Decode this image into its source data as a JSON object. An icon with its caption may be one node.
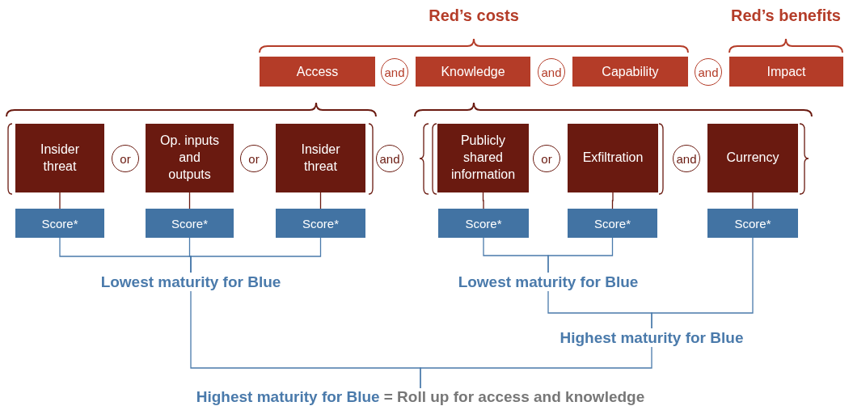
{
  "diagram": {
    "nodes": [
      {
        "text": [
          "Access"
        ]
      },
      {
        "text": [
          "and"
        ]
      },
      {
        "text": [
          "Knowledge"
        ]
      },
      {
        "text": [
          "and"
        ]
      },
      {
        "text": [
          "Capability"
        ]
      },
      {
        "text": [
          "and"
        ]
      },
      {
        "text": [
          "Impact"
        ]
      },
      {
        "text": [
          "Insider threat"
        ]
      },
      {
        "text": [
          "or"
        ]
      },
      {
        "text": [
          "Op. inputs and outputs"
        ]
      },
      {
        "text": [
          "or"
        ]
      },
      {
        "text": [
          "Insider threat"
        ]
      },
      {
        "text": [
          "and"
        ]
      },
      {
        "text": [
          "Publicly shared information"
        ]
      },
      {
        "text": [
          "or"
        ]
      },
      {
        "text": [
          "Exfiltration"
        ]
      },
      {
        "text": [
          "and"
        ]
      },
      {
        "text": [
          "Currency"
        ]
      },
      {
        "text": [
          "Score*"
        ]
      },
      {
        "text": [
          "Score*"
        ]
      },
      {
        "text": [
          "Score*"
        ]
      },
      {
        "text": [
          "Score*"
        ]
      },
      {
        "text": [
          "Score*"
        ]
      },
      {
        "text": [
          "Score*"
        ]
      },
      {
        "text": [
          "Lowest maturity for Blue"
        ]
      },
      {
        "text": [
          "Lowest maturity for Blue"
        ]
      },
      {
        "text": [
          "Highest maturity for Blue"
        ]
      },
      {
        "text": [
          "Highest maturity for Blue",
          "= Roll up for access and knowledge"
        ]
      }
    ],
    "edges": [
      {
        "from": 7,
        "to": 18,
        "arrow": "none",
        "color": "#6a1a10"
      },
      {
        "from": 9,
        "to": 19,
        "arrow": "none",
        "color": "#6a1a10"
      },
      {
        "from": 11,
        "to": 20,
        "arrow": "none",
        "color": "#6a1a10"
      },
      {
        "from": 13,
        "to": 21,
        "arrow": "none",
        "color": "#6a1a10"
      },
      {
        "from": 15,
        "to": 22,
        "arrow": "none",
        "color": "#6a1a10"
      },
      {
        "from": 17,
        "to": 23,
        "arrow": "none",
        "color": "#6a1a10"
      },
      {
        "from": 18,
        "to": 24,
        "arrow": "none"
      },
      {
        "from": 19,
        "to": 24,
        "arrow": "none"
      },
      {
        "from": 20,
        "to": 24,
        "arrow": "none"
      },
      {
        "from": 21,
        "to": 25,
        "arrow": "none"
      },
      {
        "from": 22,
        "to": 25,
        "arrow": "none"
      },
      {
        "from": 25,
        "to": 26,
        "arrow": "none"
      },
      {
        "from": 23,
        "to": 26,
        "arrow": "none"
      },
      {
        "from": 24,
        "to": 27,
        "arrow": "none"
      },
      {
        "from": 26,
        "to": 27,
        "arrow": "none"
      }
    ],
    "labels": [
      "Red’s costs",
      "Red’s benefits"
    ]
  }
}
